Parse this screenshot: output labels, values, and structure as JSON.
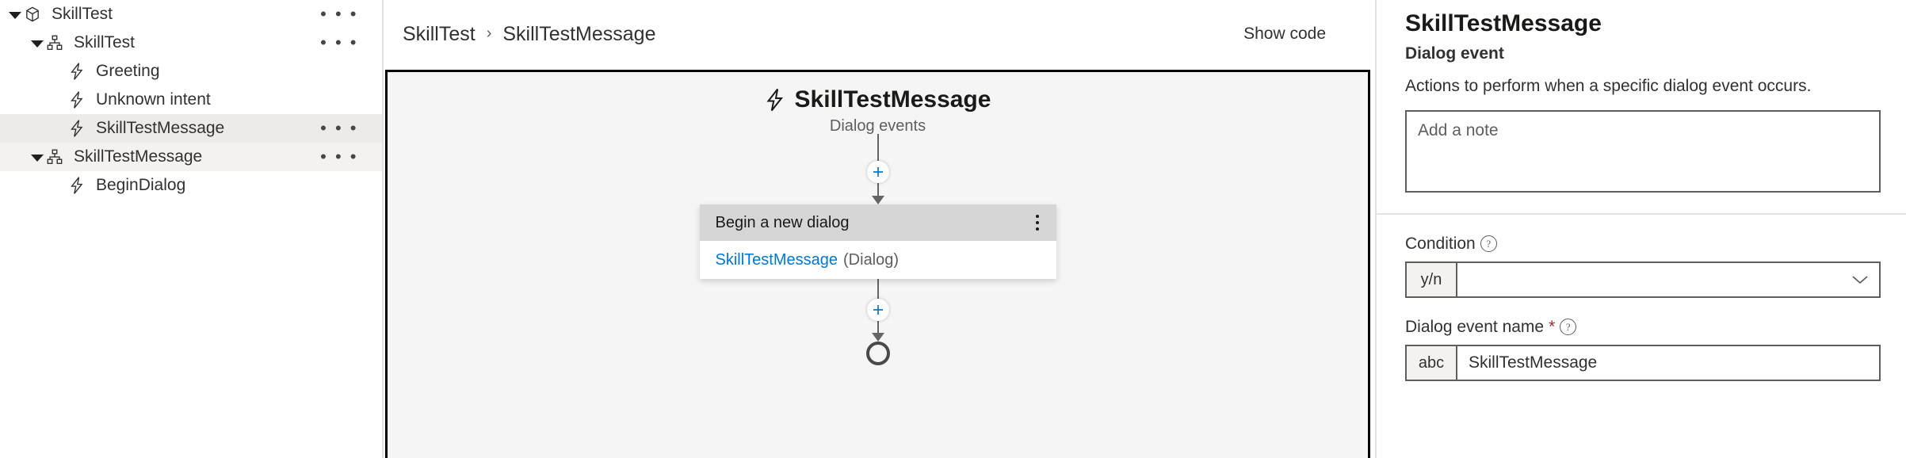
{
  "sidebar": {
    "items": [
      {
        "label": "SkillTest",
        "icon": "bot-cube-icon",
        "level": 0,
        "expanded": true,
        "icon_type": "cube",
        "has_menu": true,
        "state": "none"
      },
      {
        "label": "SkillTest",
        "icon": "dialog-tree-icon",
        "level": 1,
        "expanded": true,
        "icon_type": "tree",
        "has_menu": true,
        "state": "none"
      },
      {
        "label": "Greeting",
        "icon": "trigger-bolt-icon",
        "level": 2,
        "expanded": false,
        "icon_type": "bolt",
        "has_menu": false,
        "state": "none"
      },
      {
        "label": "Unknown intent",
        "icon": "trigger-bolt-icon",
        "level": 2,
        "expanded": false,
        "icon_type": "bolt",
        "has_menu": false,
        "state": "none"
      },
      {
        "label": "SkillTestMessage",
        "icon": "trigger-bolt-icon",
        "level": 2,
        "expanded": false,
        "icon_type": "bolt",
        "has_menu": true,
        "state": "selected"
      },
      {
        "label": "SkillTestMessage",
        "icon": "dialog-tree-icon",
        "level": 1,
        "expanded": true,
        "icon_type": "tree",
        "has_menu": true,
        "state": "hover"
      },
      {
        "label": "BeginDialog",
        "icon": "trigger-bolt-icon",
        "level": 2,
        "expanded": false,
        "icon_type": "bolt",
        "has_menu": false,
        "state": "none"
      }
    ],
    "menu_glyph": "• • •"
  },
  "header": {
    "breadcrumb": [
      "SkillTest",
      "SkillTestMessage"
    ],
    "separator": "›",
    "show_code_label": "Show code"
  },
  "canvas": {
    "node_title": "SkillTestMessage",
    "node_subtitle": "Dialog events",
    "card": {
      "head_label": "Begin a new dialog",
      "body_link": "SkillTestMessage",
      "body_suffix": "(Dialog)"
    }
  },
  "panel": {
    "title": "SkillTestMessage",
    "subtitle": "Dialog event",
    "description": "Actions to perform when a specific dialog event occurs.",
    "note_placeholder": "Add a note",
    "condition": {
      "label": "Condition",
      "prefix": "y/n",
      "value": ""
    },
    "dialog_event_name": {
      "label": "Dialog event name",
      "required_mark": "*",
      "prefix": "abc",
      "value": "SkillTestMessage"
    }
  },
  "colors": {
    "accent": "#0078d4",
    "required": "#a4262c",
    "canvas_bg": "#f5f5f5",
    "card_header": "#d6d6d6",
    "selected_row": "#edebe9",
    "hover_row": "#f3f2f1"
  }
}
